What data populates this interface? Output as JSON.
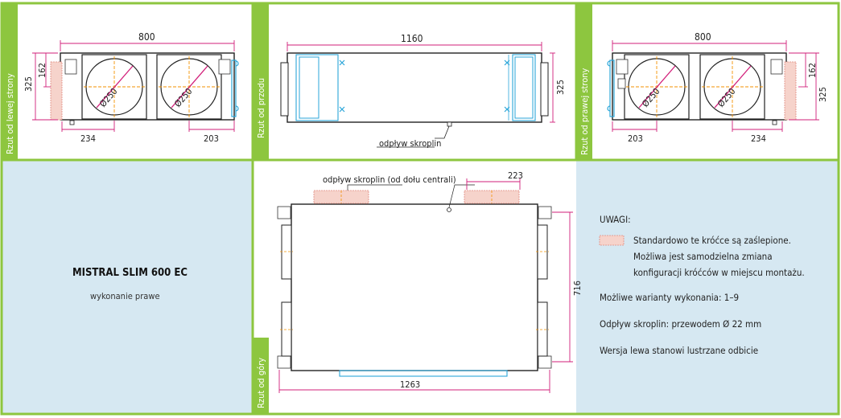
{
  "panels": {
    "left_side": {
      "label": "Rzut od lewej strony",
      "dim_width": "800",
      "dim_height": "325",
      "dim_small": "162",
      "dim_left": "234",
      "dim_right": "203",
      "duct1": "Ø250",
      "duct2": "Ø250"
    },
    "front": {
      "label": "Rzut od przodu",
      "dim_width": "1160",
      "dim_height": "325",
      "condensate": "odpływ skroplin"
    },
    "right_side": {
      "label": "Rzut od prawej strony",
      "dim_width": "800",
      "dim_height": "325",
      "dim_small": "162",
      "dim_left": "203",
      "dim_right": "234",
      "duct1": "Ø250",
      "duct2": "Ø250"
    },
    "top": {
      "label": "Rzut od góry",
      "dim_width": "1263",
      "dim_depth": "716",
      "dim_spigot": "223",
      "condensate": "odpływ skroplin (od dołu centrali)"
    }
  },
  "product": {
    "model": "MISTRAL SLIM 600 EC",
    "variant": "wykonanie prawe"
  },
  "notes": {
    "heading": "UWAGI:",
    "legend_lines": [
      "Standardowo te króćce są zaślepione.",
      "Możliwa jest samodzielna zmiana",
      "konfiguracji króćców w miejscu montażu."
    ],
    "variants": "Możliwe warianty wykonania: 1–9",
    "drain": "Odpływ skroplin: przewodem Ø 22 mm",
    "mirror": "Wersja lewa stanowi lustrzane odbicie"
  },
  "colors": {
    "frame_green": "#8dc63f",
    "blue_panel": "#d6e8f2",
    "hatch": "#f6d3cb",
    "dim_magenta": "#d21f7a",
    "duct_cyan": "#2aa6d9",
    "axis_orange": "#f39200"
  }
}
